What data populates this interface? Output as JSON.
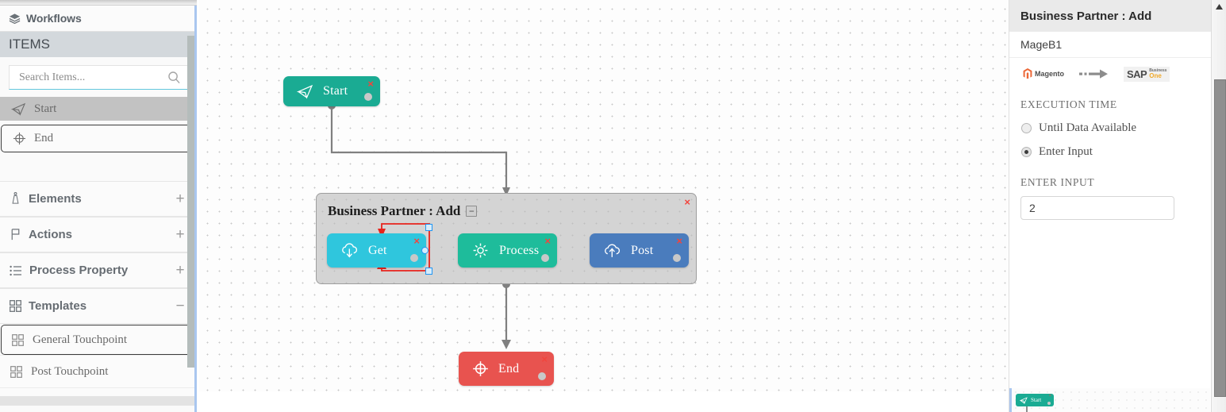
{
  "sidebar": {
    "header": {
      "label": "Workflows",
      "icon": "layers-icon"
    },
    "items_bar": {
      "label": "ITEMS"
    },
    "search": {
      "placeholder": "Search Items...",
      "value": "",
      "icon": "search-icon"
    },
    "palette": [
      {
        "label": "Start",
        "icon": "start-arrow-icon",
        "state": "highlighted"
      },
      {
        "label": "End",
        "icon": "target-crosshair-icon",
        "state": "selected"
      }
    ],
    "sections": [
      {
        "label": "Elements",
        "icon": "pin-icon",
        "toggle": "+"
      },
      {
        "label": "Actions",
        "icon": "flag-icon",
        "toggle": "+"
      },
      {
        "label": "Process Property",
        "icon": "list-icon",
        "toggle": "+"
      },
      {
        "label": "Templates",
        "icon": "grid-icon",
        "toggle": "−"
      }
    ],
    "templates": [
      {
        "label": "General Touchpoint",
        "icon": "grid-icon",
        "state": "selected"
      },
      {
        "label": "Post Touchpoint",
        "icon": "grid-icon",
        "state": "normal"
      }
    ]
  },
  "canvas": {
    "nodes": [
      {
        "id": "start",
        "label": "Start",
        "icon": "start-arrow-icon",
        "color": "#1aab93"
      },
      {
        "id": "get",
        "label": "Get",
        "icon": "cloud-download-icon",
        "color": "#2fc6dd"
      },
      {
        "id": "process",
        "label": "Process",
        "icon": "gear-icon",
        "color": "#1ebc9b"
      },
      {
        "id": "post",
        "label": "Post",
        "icon": "cloud-upload-icon",
        "color": "#4a7cbd"
      },
      {
        "id": "end",
        "label": "End",
        "icon": "target-crosshair-icon",
        "color": "#e8534f"
      }
    ],
    "group": {
      "title": "Business Partner : Add",
      "collapse": "−",
      "close": "×"
    },
    "close_glyph": "×"
  },
  "right_panel": {
    "title": "Business Partner : Add",
    "subtitle": "MageB1",
    "logos": {
      "source": "Magento",
      "arrow": "arrow-right-icon",
      "target_main": "SAP",
      "target_sub_top": "Business",
      "target_sub_bottom": "One"
    },
    "execution_time": {
      "caption": "EXECUTION TIME",
      "options": [
        {
          "label": "Until Data Available",
          "selected": false
        },
        {
          "label": "Enter Input",
          "selected": true
        }
      ]
    },
    "enter_input": {
      "caption": "ENTER INPUT",
      "value": "2"
    }
  },
  "minimap": {
    "node_label": "Start"
  },
  "colors": {
    "accent_blue": "#a9c6ef",
    "start_green": "#1aab93",
    "get_cyan": "#2fc6dd",
    "process_green": "#1ebc9b",
    "post_blue": "#4a7cbd",
    "end_red": "#e8534f",
    "selection_red": "#e8231c",
    "handle_blue": "#2196f3"
  }
}
